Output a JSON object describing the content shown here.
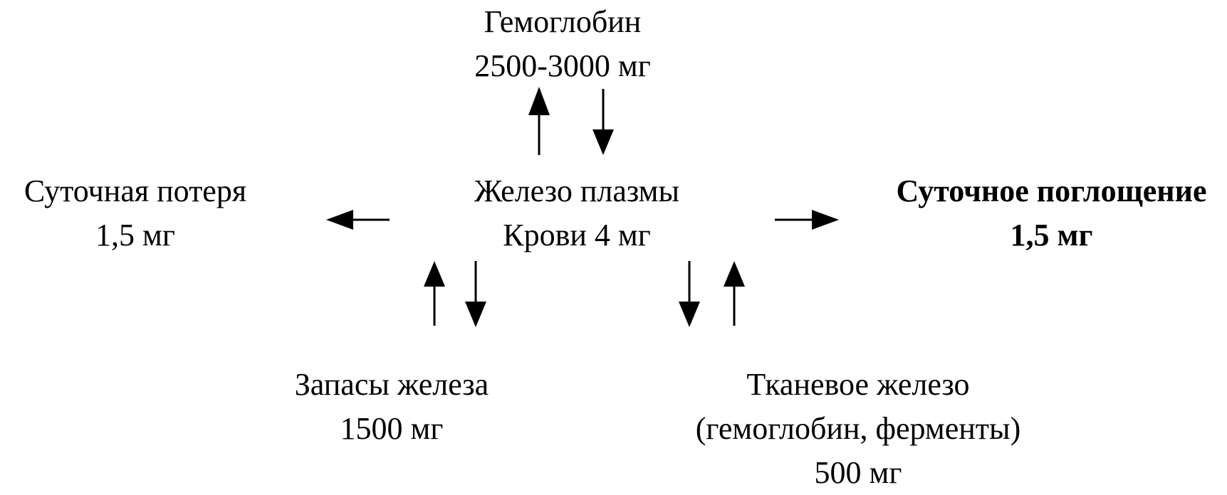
{
  "diagram": {
    "nodes": {
      "hemoglobin": {
        "lines": [
          "Гемоглобин",
          "2500-3000 мг"
        ]
      },
      "plasma": {
        "lines": [
          "Железо плазмы",
          "Крови 4 мг"
        ]
      },
      "daily_loss": {
        "lines": [
          "Суточная потеря",
          "1,5 мг"
        ]
      },
      "daily_uptake": {
        "lines": [
          "Суточное поглощение",
          "1,5 мг"
        ]
      },
      "iron_stores": {
        "lines": [
          "Запасы железа",
          "1500 мг"
        ]
      },
      "tissue_iron": {
        "lines": [
          "Тканевое железо",
          "(гемоглобин, ферменты)",
          "500 мг"
        ]
      }
    },
    "edges": [
      {
        "from": "plasma",
        "to": "hemoglobin"
      },
      {
        "from": "hemoglobin",
        "to": "plasma"
      },
      {
        "from": "plasma",
        "to": "daily_loss"
      },
      {
        "from": "plasma",
        "to": "daily_uptake"
      },
      {
        "from": "iron_stores",
        "to": "plasma"
      },
      {
        "from": "plasma",
        "to": "iron_stores"
      },
      {
        "from": "plasma",
        "to": "tissue_iron"
      },
      {
        "from": "tissue_iron",
        "to": "plasma"
      }
    ],
    "colors": {
      "ink": "#000000",
      "background": "#ffffff"
    }
  }
}
